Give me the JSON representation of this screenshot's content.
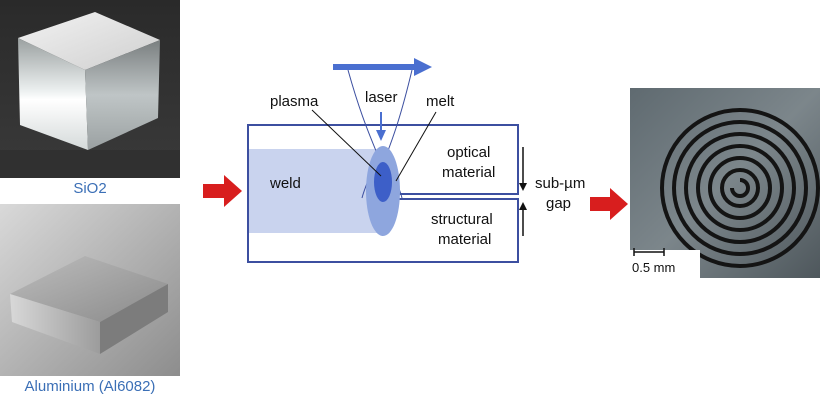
{
  "photos": {
    "sio2_caption": "SiO2",
    "aluminium_caption": "Aluminium (Al6082)"
  },
  "diagram": {
    "labels": {
      "laser": "laser",
      "plasma": "plasma",
      "melt": "melt",
      "weld": "weld",
      "optical_line1": "optical",
      "optical_line2": "material",
      "structural_line1": "structural",
      "structural_line2": "material",
      "gap_line1": "sub-µm",
      "gap_line2": "gap"
    }
  },
  "micrograph": {
    "scale_label": "0.5 mm"
  },
  "colors": {
    "frame_blue": "#3c4fa0",
    "laser_blue": "#4a6fd0",
    "weld_fill": "#c9d3ee",
    "melt_outer": "#8ea6de",
    "plasma_core": "#3d5fc8",
    "caption_blue": "#3b6fb6",
    "arrow_red": "#d81e1e"
  }
}
